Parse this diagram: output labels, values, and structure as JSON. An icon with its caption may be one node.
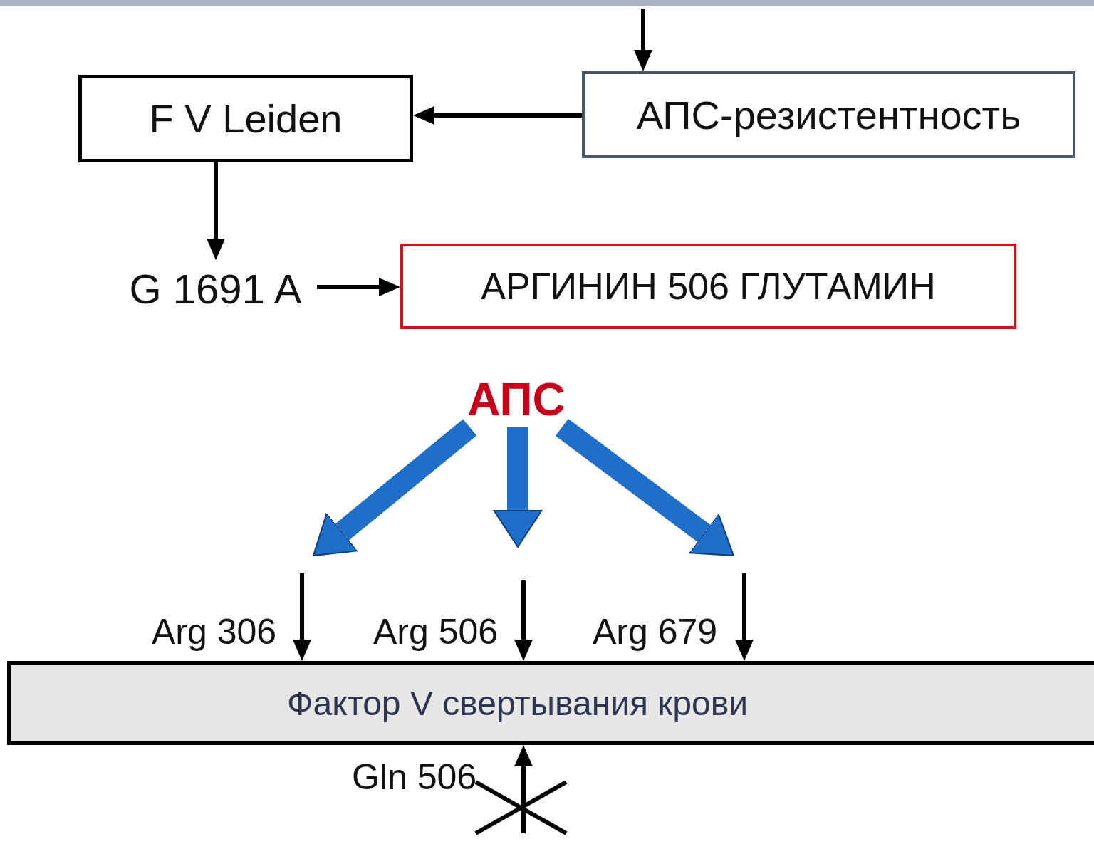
{
  "diagram": {
    "nodes": [
      {
        "text": [
          "F V Leiden"
        ]
      },
      {
        "text": [
          "АПС-резистентность"
        ]
      },
      {
        "text": [
          "G 1691 A"
        ]
      },
      {
        "text": [
          "АРГИНИН 506 ГЛУТАМИН"
        ]
      },
      {
        "text": [
          "АПС"
        ]
      },
      {
        "text": [
          "Фактор V свертывания крови"
        ]
      },
      {
        "text": [],
        "shape": "cross"
      }
    ],
    "edges": [
      {
        "from": null,
        "to": 1,
        "arrow": "to"
      },
      {
        "from": 1,
        "to": 0,
        "arrow": "to"
      },
      {
        "from": 0,
        "to": 2,
        "arrow": "to"
      },
      {
        "from": 2,
        "to": 3,
        "arrow": "to"
      },
      {
        "from": 4,
        "to": null,
        "arrow": "to",
        "style": "thick",
        "color": "#1f6fc8"
      },
      {
        "from": 4,
        "to": null,
        "arrow": "to",
        "style": "thick",
        "color": "#1f6fc8"
      },
      {
        "from": 4,
        "to": null,
        "arrow": "to",
        "style": "thick",
        "color": "#1f6fc8"
      },
      {
        "from": null,
        "to": 5,
        "arrow": "to"
      },
      {
        "from": null,
        "to": 5,
        "arrow": "to"
      },
      {
        "from": null,
        "to": 5,
        "arrow": "to"
      },
      {
        "from": 6,
        "to": 5,
        "arrow": "to"
      }
    ],
    "labels": [
      "Arg 306",
      "Arg 506",
      "Arg 679",
      "Gln 506"
    ]
  }
}
